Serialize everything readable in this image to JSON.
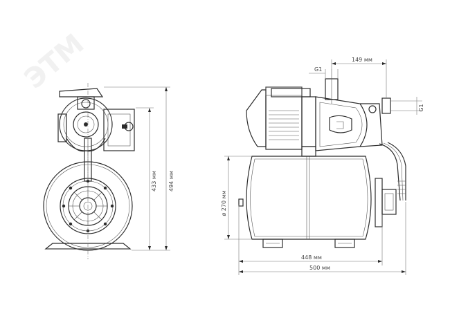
{
  "watermark": {
    "text": "ЭТМ",
    "label": "watermark-logo"
  },
  "front_view": {
    "height_total": "494 мм",
    "height_body": "433 мм"
  },
  "side_view": {
    "inlet_thread_top": "G1",
    "outlet_offset": "149 мм",
    "outlet_thread_side": "G1",
    "tank_diameter": "ø 270 мм",
    "length_base": "448 мм",
    "length_total": "500 мм"
  }
}
